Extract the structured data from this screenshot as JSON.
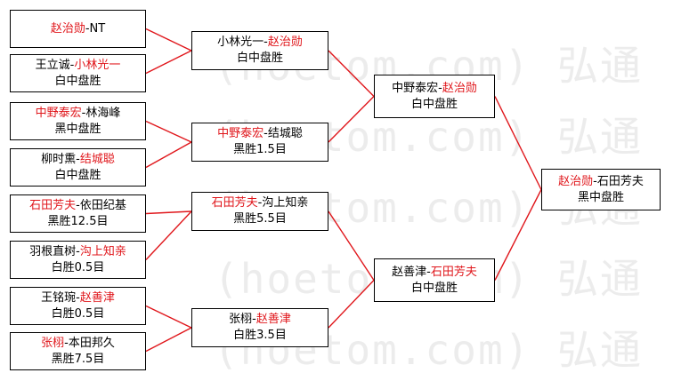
{
  "colors": {
    "winner": "#e0161b",
    "connector": "#e0161b",
    "text": "#000000",
    "watermark": "#ececec"
  },
  "watermark": {
    "lines": [
      "(hoetom.com) 弘通",
      "(hoetom.com) 弘通",
      "(hoetom.com) 弘通",
      "(hoetom.com) 弘通",
      "(hoetom.com) 弘通"
    ]
  },
  "round1": [
    {
      "parts": [
        {
          "text": "赵治勋",
          "red": true
        },
        {
          "text": "-NT",
          "red": false
        }
      ],
      "result": ""
    },
    {
      "parts": [
        {
          "text": "王立诚-",
          "red": false
        },
        {
          "text": "小林光一",
          "red": true
        }
      ],
      "result": "白中盘胜"
    },
    {
      "parts": [
        {
          "text": "中野泰宏",
          "red": true
        },
        {
          "text": "-林海峰",
          "red": false
        }
      ],
      "result": "黑中盘胜"
    },
    {
      "parts": [
        {
          "text": "柳时熏-",
          "red": false
        },
        {
          "text": "结城聪",
          "red": true
        }
      ],
      "result": "白中盘胜"
    },
    {
      "parts": [
        {
          "text": "石田芳夫",
          "red": true
        },
        {
          "text": "-依田纪基",
          "red": false
        }
      ],
      "result": "黑胜12.5目"
    },
    {
      "parts": [
        {
          "text": "羽根直树-",
          "red": false
        },
        {
          "text": "沟上知亲",
          "red": true
        }
      ],
      "result": "白胜0.5目"
    },
    {
      "parts": [
        {
          "text": "王铭琬-",
          "red": false
        },
        {
          "text": "赵善津",
          "red": true
        }
      ],
      "result": "白胜0.5目"
    },
    {
      "parts": [
        {
          "text": "张栩",
          "red": true
        },
        {
          "text": "-本田邦久",
          "red": false
        }
      ],
      "result": "黑胜7.5目"
    }
  ],
  "round2": [
    {
      "parts": [
        {
          "text": "小林光一-",
          "red": false
        },
        {
          "text": "赵治勋",
          "red": true
        }
      ],
      "result": "白中盘胜"
    },
    {
      "parts": [
        {
          "text": "中野泰宏",
          "red": true
        },
        {
          "text": "-结城聪",
          "red": false
        }
      ],
      "result": "黑胜1.5目"
    },
    {
      "parts": [
        {
          "text": "石田芳夫",
          "red": true
        },
        {
          "text": "-沟上知亲",
          "red": false
        }
      ],
      "result": "黑胜5.5目"
    },
    {
      "parts": [
        {
          "text": "张栩-",
          "red": false
        },
        {
          "text": "赵善津",
          "red": true
        }
      ],
      "result": "白胜3.5目"
    }
  ],
  "round3": [
    {
      "parts": [
        {
          "text": "中野泰宏-",
          "red": false
        },
        {
          "text": "赵治勋",
          "red": true
        }
      ],
      "result": "白中盘胜"
    },
    {
      "parts": [
        {
          "text": "赵善津-",
          "red": false
        },
        {
          "text": "石田芳夫",
          "red": true
        }
      ],
      "result": "白中盘胜"
    }
  ],
  "final": [
    {
      "parts": [
        {
          "text": "赵治勋",
          "red": true
        },
        {
          "text": "-石田芳夫",
          "red": false
        }
      ],
      "result": "黑中盘胜"
    }
  ]
}
